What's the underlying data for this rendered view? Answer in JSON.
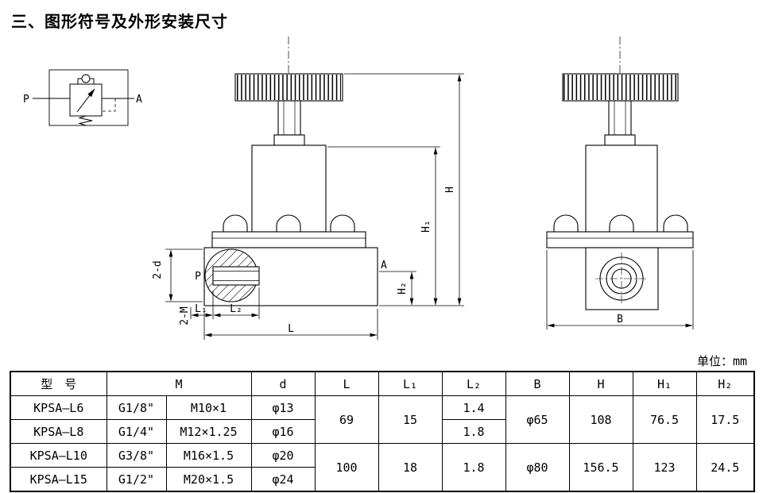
{
  "page": {
    "title": "三、图形符号及外形安装尺寸",
    "unit_label": "单位：mm"
  },
  "symbol": {
    "inlet_label": "P",
    "outlet_label": "A"
  },
  "front_view": {
    "port_in": "P",
    "port_out": "A",
    "dim_h": "H",
    "dim_h1": "H₁",
    "dim_h2": "H₂",
    "dim_l": "L",
    "dim_l1": "L₁",
    "dim_l2": "L₂",
    "dim_2d": "2-d",
    "dim_2m": "2-M"
  },
  "side_view": {
    "dim_b": "B"
  },
  "table": {
    "headers": {
      "model": "型　号",
      "m": "M",
      "d": "d",
      "l": "L",
      "l1": "L₁",
      "l2": "L₂",
      "b": "B",
      "h": "H",
      "h1": "H₁",
      "h2": "H₂"
    },
    "rows": [
      {
        "model": "KPSA—L6",
        "thread": "G1/8\"",
        "m_spec": "M10×1",
        "d": "φ13",
        "l2": "1.4"
      },
      {
        "model": "KPSA—L8",
        "thread": "G1/4\"",
        "m_spec": "M12×1.25",
        "d": "φ16",
        "l2": "1.8"
      },
      {
        "model": "KPSA—L10",
        "thread": "G3/8\"",
        "m_spec": "M16×1.5",
        "d": "φ20"
      },
      {
        "model": "KPSA—L15",
        "thread": "G1/2\"",
        "m_spec": "M20×1.5",
        "d": "φ24"
      }
    ],
    "groups": [
      {
        "l": "69",
        "l1": "15",
        "b": "φ65",
        "h": "108",
        "h1": "76.5",
        "h2": "17.5"
      },
      {
        "l": "100",
        "l1": "18",
        "l2": "1.8",
        "b": "φ80",
        "h": "156.5",
        "h1": "123",
        "h2": "24.5"
      }
    ]
  }
}
